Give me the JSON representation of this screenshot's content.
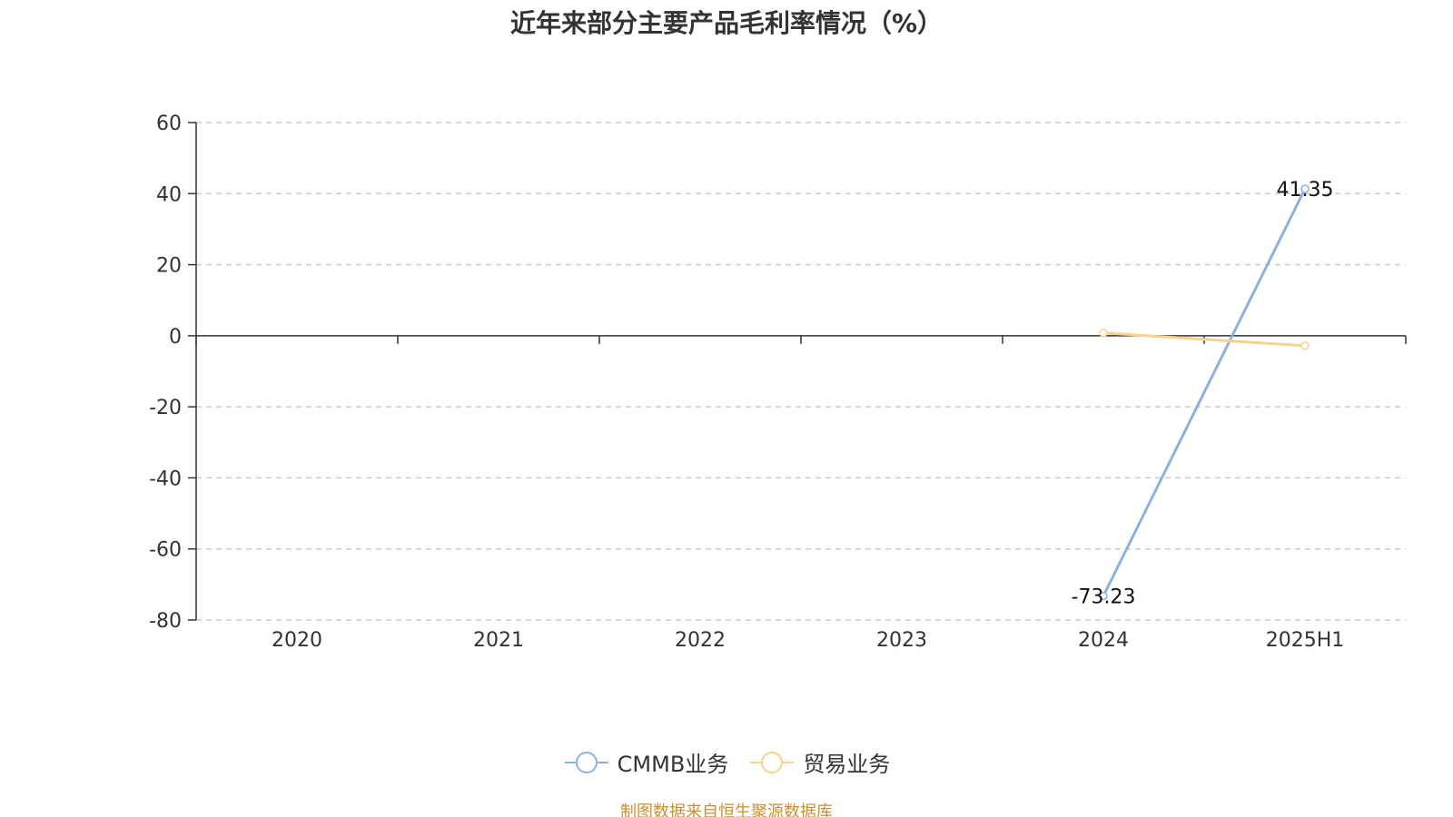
{
  "source_note": "制图数据来自恒生聚源数据库",
  "colors": {
    "cmmb": "#8fb0dc",
    "trade": "#f8d28d",
    "axis": "#333333",
    "grid": "#cccccc",
    "label": "#333333",
    "source": "#c8902f"
  },
  "chart_data": {
    "type": "line",
    "title": "近年来部分主要产品毛利率情况（%）",
    "xlabel": "",
    "ylabel": "",
    "categories": [
      "2020",
      "2021",
      "2022",
      "2023",
      "2024",
      "2025H1"
    ],
    "ylim": [
      -80,
      60
    ],
    "yticks": [
      60,
      40,
      20,
      0,
      -20,
      -40,
      -60,
      -80
    ],
    "grid": true,
    "legend_position": "bottom",
    "series": [
      {
        "name": "CMMB业务",
        "values": [
          null,
          null,
          null,
          null,
          -73.23,
          41.35
        ],
        "labels": [
          null,
          null,
          null,
          null,
          "-73.23",
          "41.35"
        ]
      },
      {
        "name": "贸易业务",
        "values": [
          null,
          null,
          null,
          null,
          0.8,
          -2.8
        ],
        "labels": [
          null,
          null,
          null,
          null,
          null,
          null
        ]
      }
    ]
  }
}
